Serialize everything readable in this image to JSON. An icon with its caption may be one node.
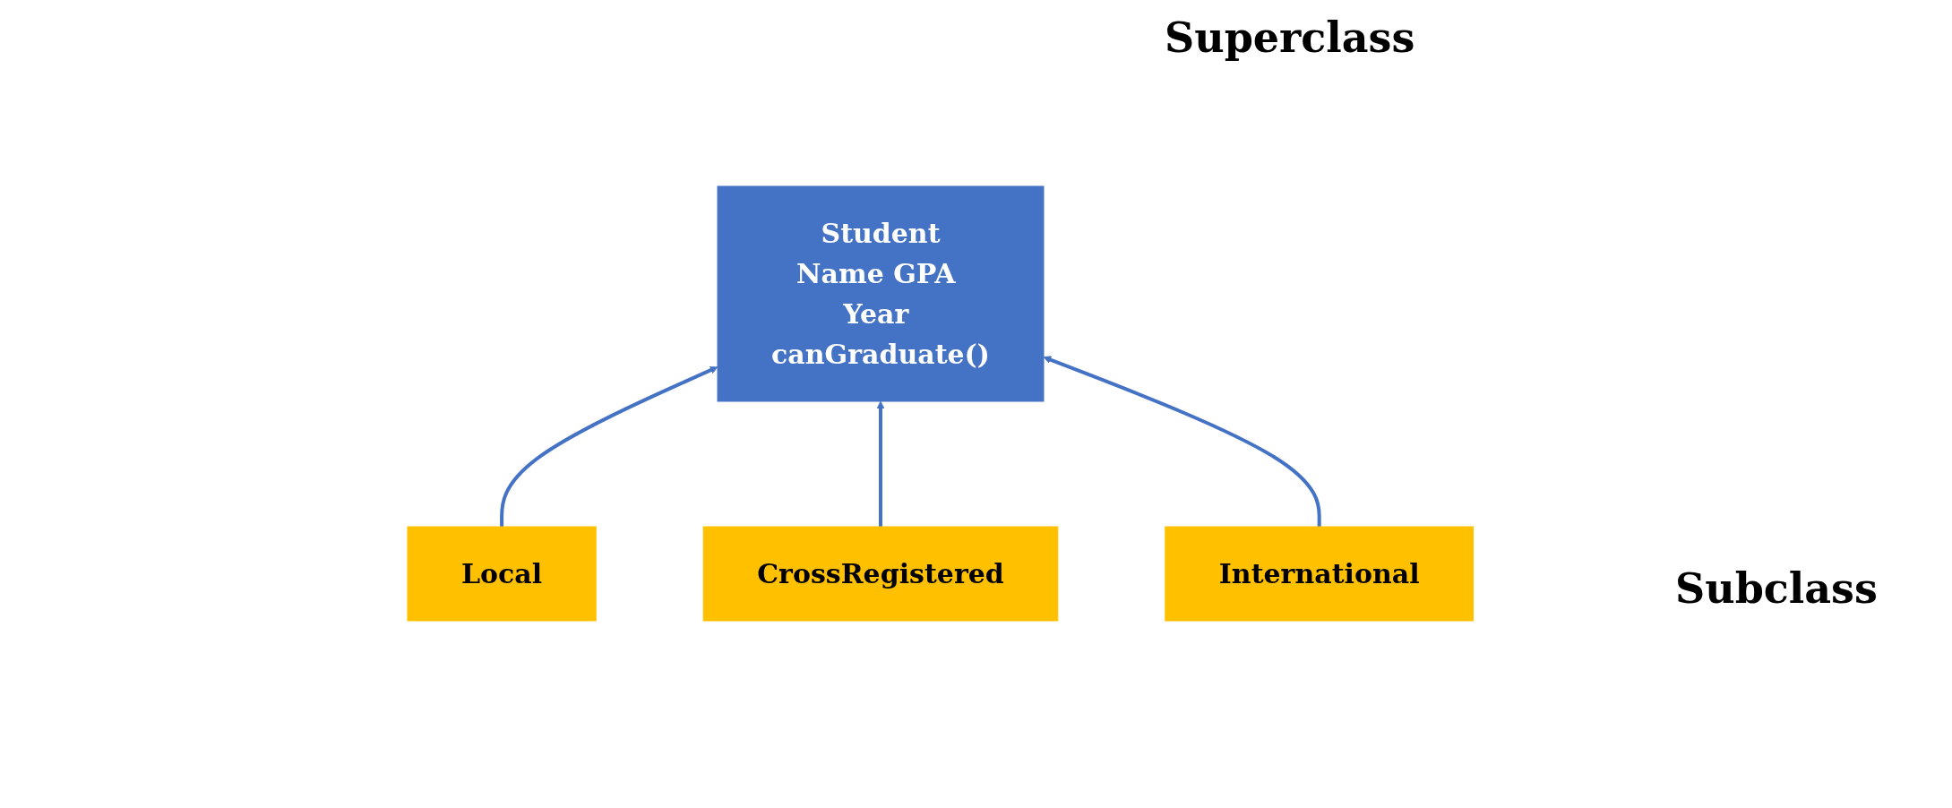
{
  "diagram": {
    "nodes": [
      {
        "text": [
          "Student",
          "Name GPA Year canGraduate()"
        ]
      },
      {
        "text": [
          "Local"
        ]
      },
      {
        "text": [
          "CrossRegistered"
        ]
      },
      {
        "text": [
          "International"
        ]
      }
    ],
    "edges": [
      {
        "from": 1,
        "to": 0,
        "arrow": "to"
      },
      {
        "from": 2,
        "to": 0,
        "arrow": "to"
      },
      {
        "from": 3,
        "to": 0,
        "arrow": "to"
      }
    ],
    "labels": [
      "Superclass",
      "Subclass"
    ]
  }
}
